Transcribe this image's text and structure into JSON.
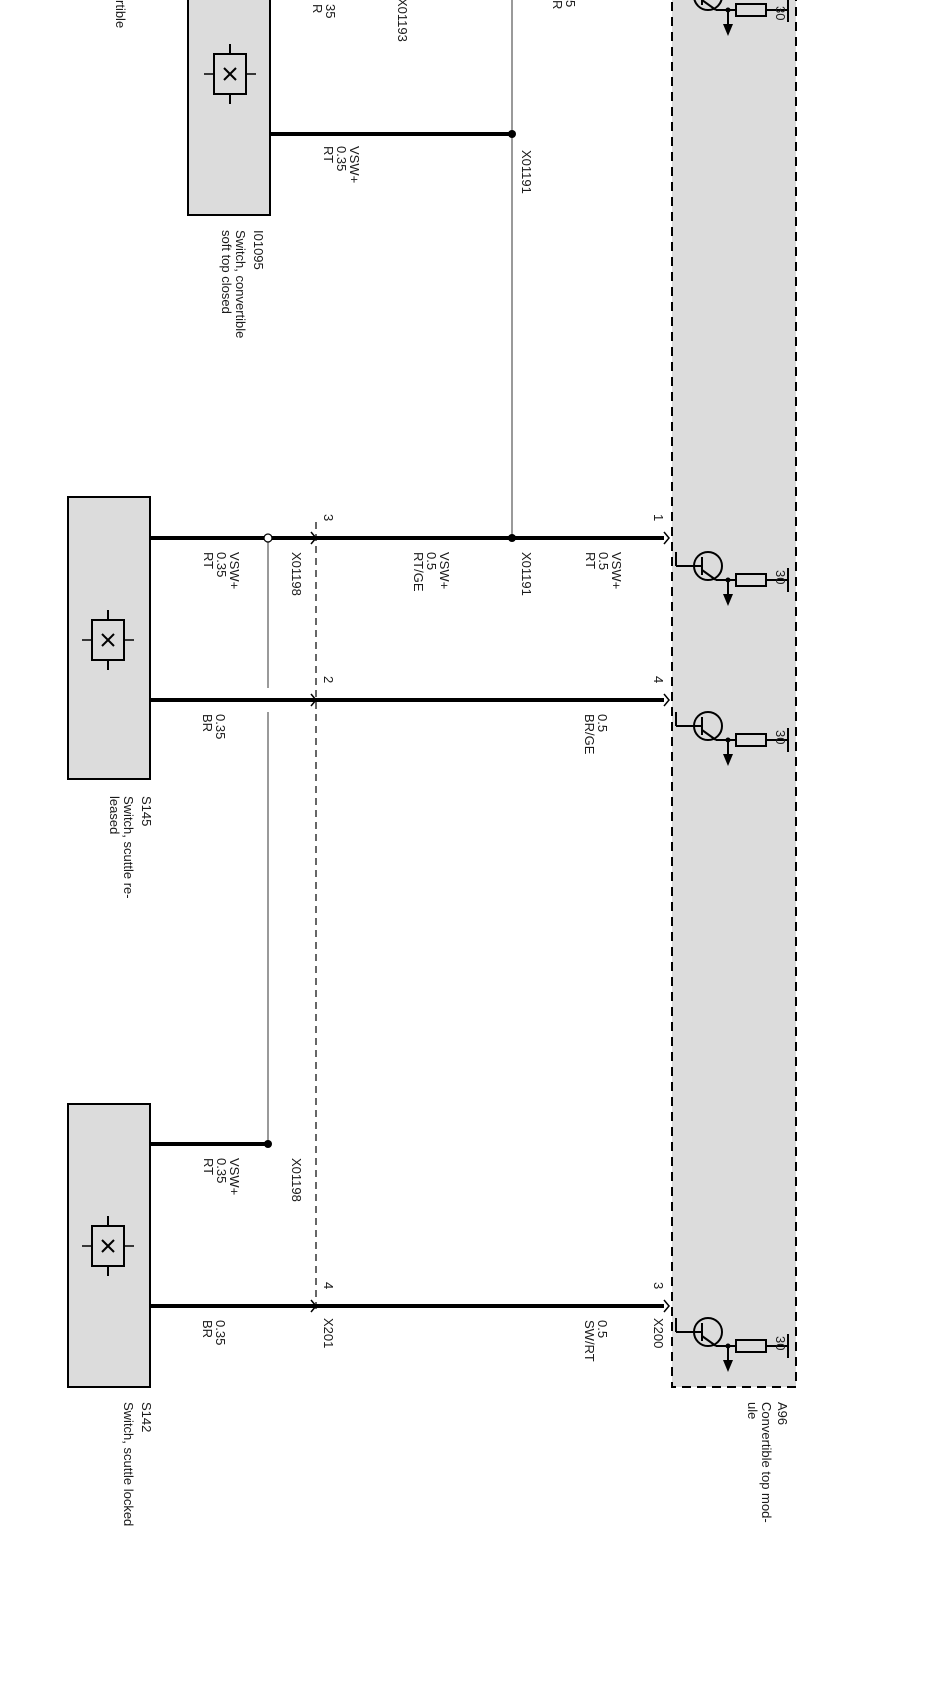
{
  "module": {
    "id": "A96",
    "name_line1": "Convertible top mod-",
    "name_line2": "ule",
    "connector_bottom": "X200",
    "supply": "30"
  },
  "components": {
    "top": {
      "id": "I01095",
      "name_line1": "Switch, convertible",
      "name_line2": "soft top closed",
      "partial_label": "rtible"
    },
    "mid": {
      "id": "S145",
      "name_line1": "Switch, scuttle re-",
      "name_line2": "leased"
    },
    "bottom": {
      "id": "S142",
      "name_line1": "Switch, scuttle locked",
      "connector": "X201"
    }
  },
  "wires": {
    "top_partial": {
      "l1": "5",
      "l2": "R"
    },
    "top_partial_left": {
      "l1": "35",
      "l2": "R"
    },
    "top_rt": {
      "l1": "VSW+",
      "l2": "0.35",
      "l3": "RT"
    },
    "mid_mod_1": {
      "l1": "VSW+",
      "l2": "0.5",
      "l3": "RT"
    },
    "mid_rtge": {
      "l1": "VSW+",
      "l2": "0.5",
      "l3": "RT/GE"
    },
    "mid_rt": {
      "l1": "VSW+",
      "l2": "0.35",
      "l3": "RT"
    },
    "mid_brge": {
      "l1": "0.5",
      "l2": "BR/GE"
    },
    "mid_br": {
      "l1": "0.35",
      "l2": "BR"
    },
    "bot_rt": {
      "l1": "VSW+",
      "l2": "0.35",
      "l3": "RT"
    },
    "bot_swrt": {
      "l1": "0.5",
      "l2": "SW/RT"
    },
    "bot_br": {
      "l1": "0.35",
      "l2": "BR"
    }
  },
  "splices": {
    "s1193": "X01193",
    "s1191_top": "X01191",
    "s1191_mid": "X01191",
    "s1198_mid": "X01198",
    "s1198_bot": "X01198"
  },
  "pins": {
    "mod_1": "1",
    "mod_4": "4",
    "mod_3": "3",
    "sw_3": "3",
    "sw_2": "2",
    "sw_4": "4"
  }
}
